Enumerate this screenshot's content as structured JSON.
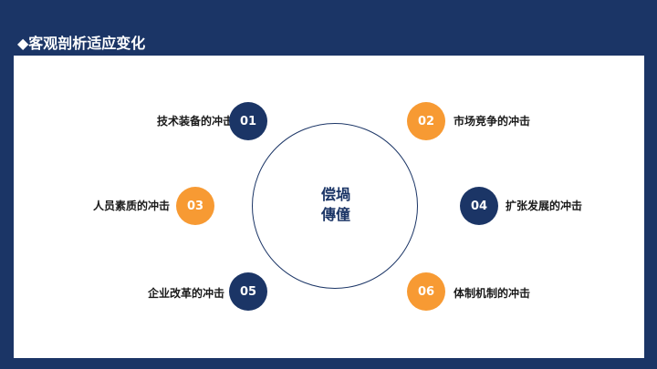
{
  "header": {
    "title_icon": "diamond-icon",
    "title": "◆客观剖析适应变化"
  },
  "center": {
    "line1": "偿堝",
    "line2": "傳僮"
  },
  "colors": {
    "navy": "#1b3566",
    "orange": "#f79a33",
    "background": "#ffffff"
  },
  "items": [
    {
      "num": "01",
      "label": "技术装备的冲击",
      "color": "navy"
    },
    {
      "num": "02",
      "label": "市场竞争的冲击",
      "color": "orange"
    },
    {
      "num": "03",
      "label": "人员素质的冲击",
      "color": "orange"
    },
    {
      "num": "04",
      "label": "扩张发展的冲击",
      "color": "navy"
    },
    {
      "num": "05",
      "label": "企业改革的冲击",
      "color": "navy"
    },
    {
      "num": "06",
      "label": "体制机制的冲击",
      "color": "orange"
    }
  ]
}
